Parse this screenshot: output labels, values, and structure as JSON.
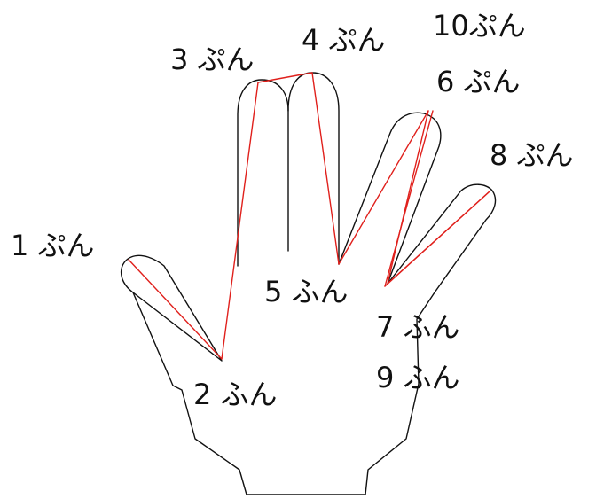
{
  "labels": {
    "min1": "1 ぷん",
    "min2": "2 ふん",
    "min3": "3 ぷん",
    "min4": "4 ぷん",
    "min5": "5 ふん",
    "min6": "6 ぷん",
    "min7": "7 ふん",
    "min8": "8 ぷん",
    "min9": "9 ふん",
    "min10": "10ぷん"
  },
  "colors": {
    "outline": "#111111",
    "path": "#e0201c",
    "background": "#ffffff"
  }
}
